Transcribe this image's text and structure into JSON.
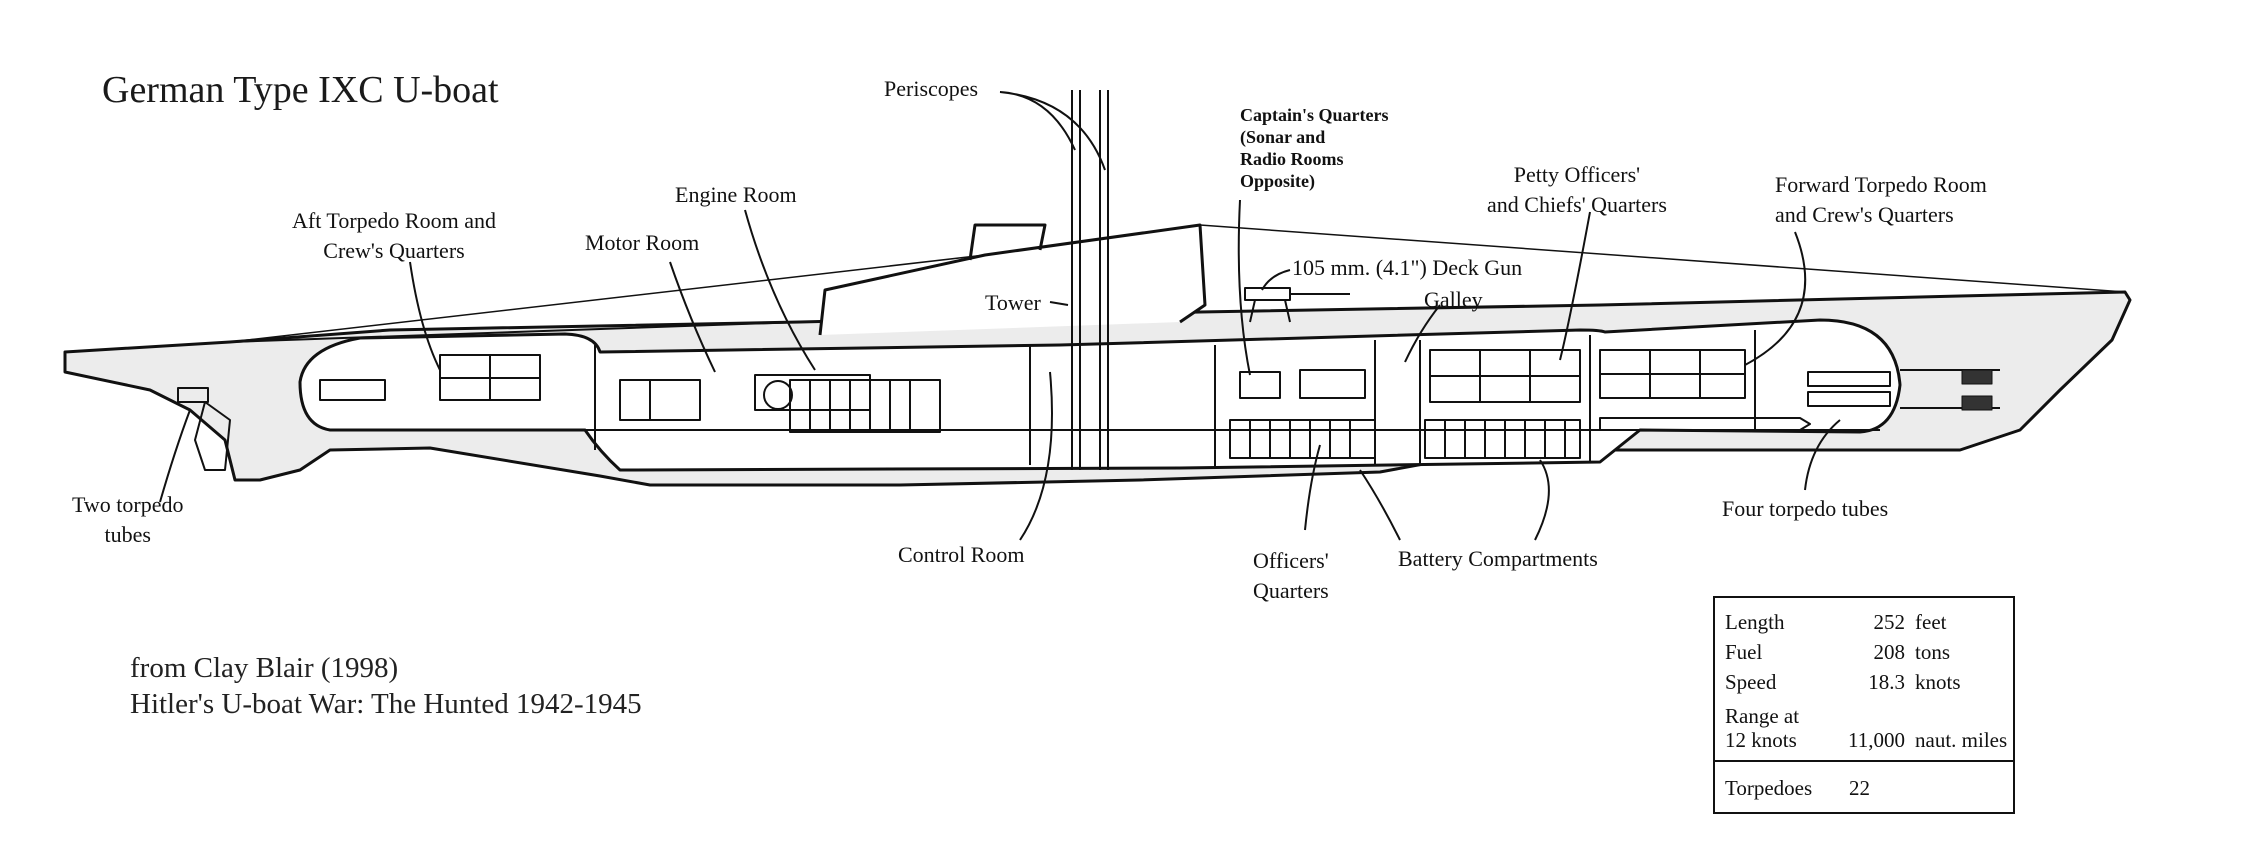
{
  "title": "German Type IXC U-boat",
  "credit": {
    "line1": "from Clay Blair (1998)",
    "line2": "Hitler's U-boat War: The Hunted 1942-1945"
  },
  "labels": {
    "periscopes": "Periscopes",
    "aft_torpedo": [
      "Aft Torpedo Room and",
      "Crew's Quarters"
    ],
    "motor_room": "Motor Room",
    "engine_room": "Engine Room",
    "tower": "Tower",
    "captain": [
      "Captain's Quarters",
      "(Sonar and",
      "Radio Rooms",
      "Opposite)"
    ],
    "deck_gun": "105 mm. (4.1\") Deck Gun",
    "galley": "Galley",
    "petty_officers": [
      "Petty Officers'",
      "and Chiefs' Quarters"
    ],
    "forward_torpedo": [
      "Forward Torpedo Room",
      "and Crew's Quarters"
    ],
    "two_tubes": [
      "Two torpedo",
      "tubes"
    ],
    "control_room": "Control Room",
    "officers": [
      "Officers'",
      "Quarters"
    ],
    "battery": "Battery Compartments",
    "four_tubes": "Four torpedo tubes"
  },
  "specs": {
    "rows": [
      {
        "key": "Length",
        "value": "252",
        "unit": "feet"
      },
      {
        "key": "Fuel",
        "value": "208",
        "unit": "tons"
      },
      {
        "key": "Speed",
        "value": "18.3",
        "unit": "knots"
      }
    ],
    "range": {
      "key_line1": "Range at",
      "key_line2": "12 knots",
      "value": "11,000",
      "unit": "naut. miles"
    },
    "torpedoes": {
      "key": "Torpedoes",
      "value": "22"
    }
  }
}
